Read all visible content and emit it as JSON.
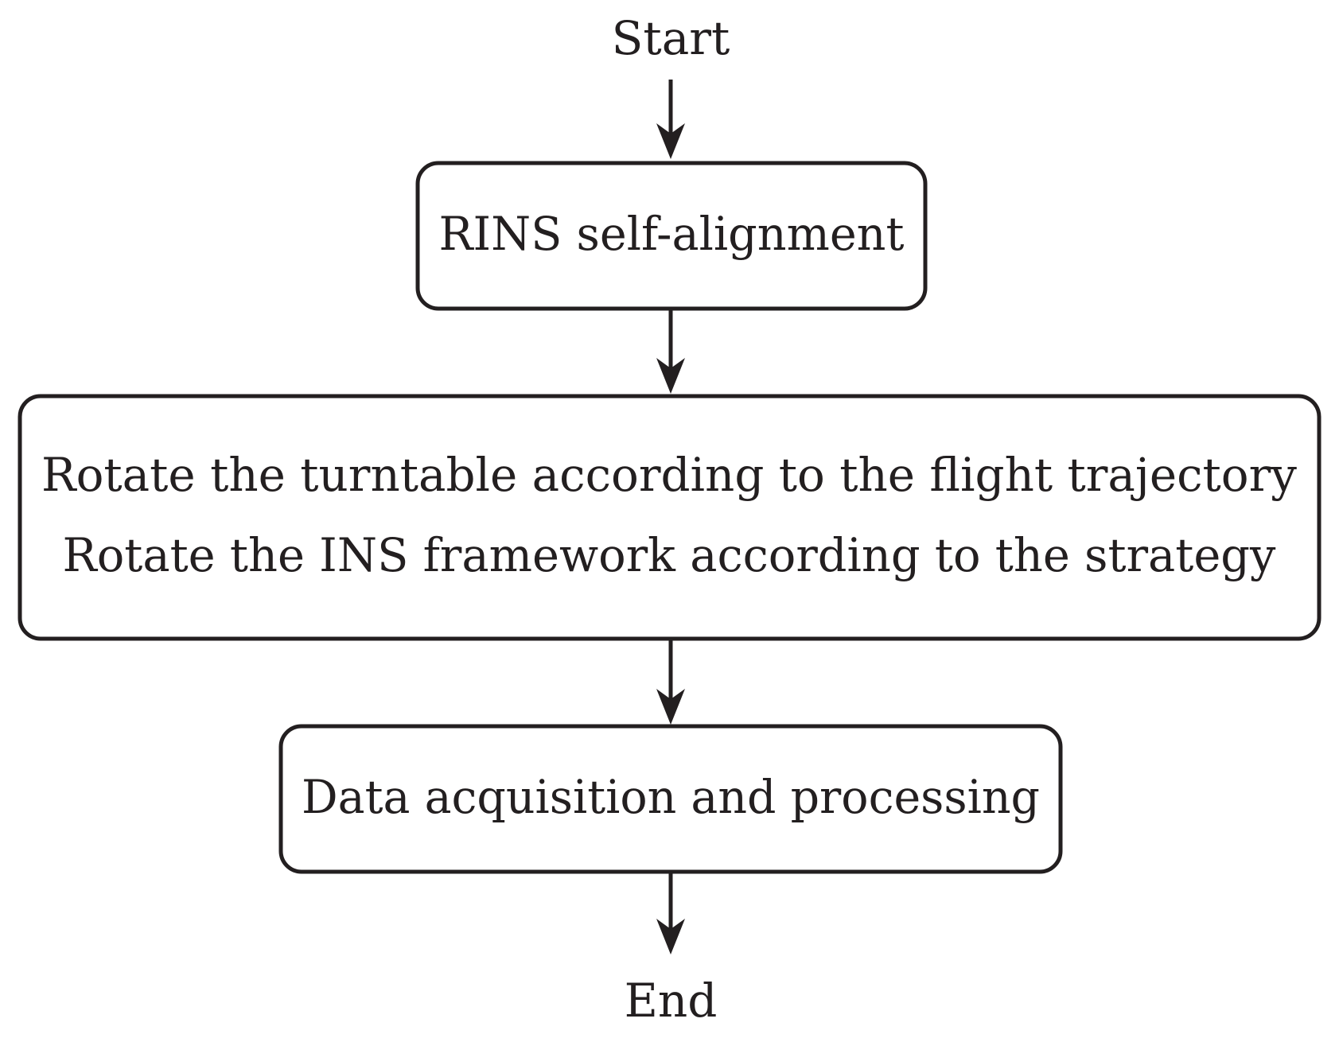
{
  "flowchart": {
    "start_label": "Start",
    "steps": [
      {
        "lines": [
          "RINS self-alignment"
        ]
      },
      {
        "lines": [
          "Rotate the turntable according to the flight trajectory",
          "Rotate the INS framework according to the strategy"
        ]
      },
      {
        "lines": [
          "Data acquisition and processing"
        ]
      }
    ],
    "end_label": "End"
  },
  "colors": {
    "stroke": "#231f20",
    "background": "#ffffff"
  }
}
